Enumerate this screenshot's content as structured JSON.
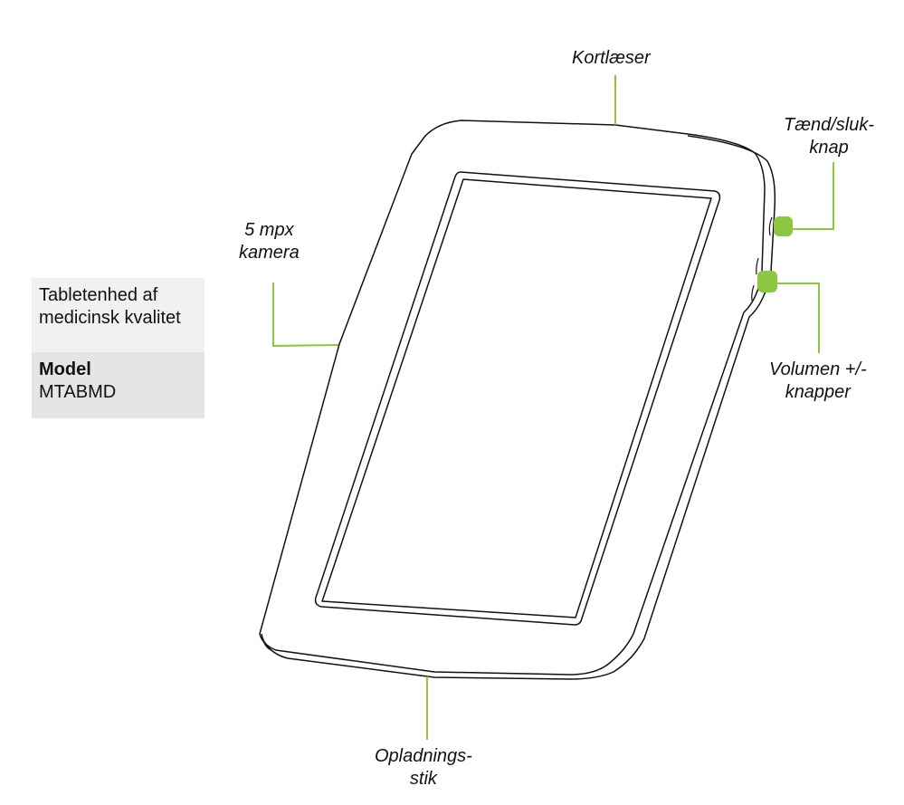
{
  "info_box": {
    "title_line1": "Tabletenhed af",
    "title_line2": "medicinsk kvalitet",
    "model_label": "Model",
    "model_value": "MTABMD"
  },
  "callouts": {
    "card_reader": "Kortlæser",
    "power_button_line1": "Tænd/sluk-",
    "power_button_line2": "knap",
    "camera_line1": "5 mpx",
    "camera_line2": "kamera",
    "volume_line1": "Volumen +/-",
    "volume_line2": "knapper",
    "charging_line1": "Opladnings-",
    "charging_line2": "stik"
  },
  "colors": {
    "accent_green": "#8dc63f",
    "outline": "#111111",
    "info_top_bg": "#f0f1f1",
    "info_bottom_bg": "#e4e5e6"
  }
}
